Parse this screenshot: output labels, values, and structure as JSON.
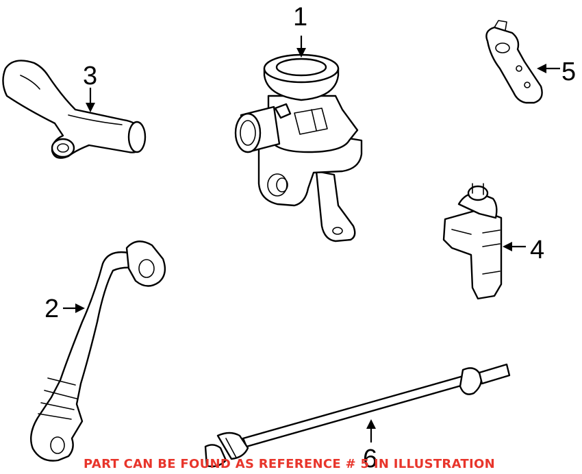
{
  "diagram": {
    "callouts": {
      "c1": "1",
      "c2": "2",
      "c3": "3",
      "c4": "4",
      "c5": "5",
      "c6": "6"
    },
    "note": "PART CAN BE FOUND AS REFERENCE # 5 IN ILLUSTRATION",
    "colors": {
      "line": "#000000",
      "background": "#ffffff",
      "note": "#e8352b"
    }
  }
}
